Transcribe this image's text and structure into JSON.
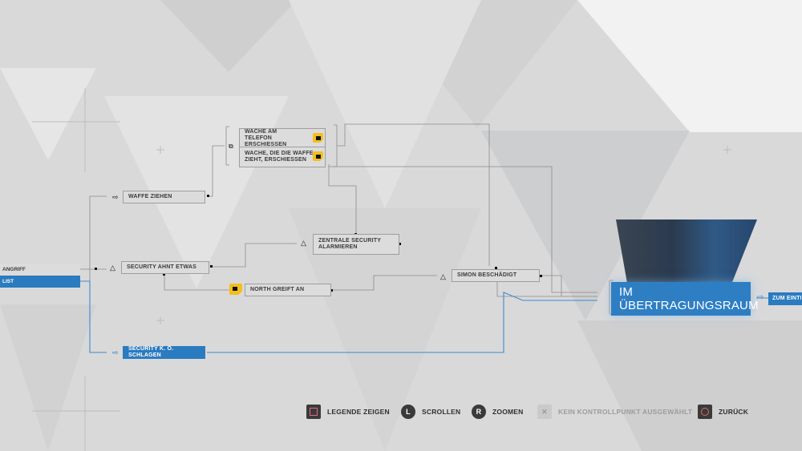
{
  "flowchart": {
    "left_nodes": [
      {
        "label": "ANGRIFF",
        "state": "normal"
      },
      {
        "label": "LIST",
        "state": "selected"
      }
    ],
    "nodes": [
      {
        "id": "waffe",
        "label": "WAFFE ZIEHEN",
        "icon": "arrow-icon",
        "state": "normal"
      },
      {
        "id": "telefon",
        "label": "WACHE AM TELEFON ERSCHIESSEN",
        "state": "locked"
      },
      {
        "id": "waffe_zieht",
        "label": "WACHE, DIE DIE WAFFE ZIEHT, ERSCHIESSEN",
        "state": "locked"
      },
      {
        "id": "zentrale",
        "label": "ZENTRALE SECURITY ALARMIEREN",
        "icon": "triangle-icon",
        "state": "normal"
      },
      {
        "id": "ahnt",
        "label": "SECURITY AHNT ETWAS",
        "icon": "triangle-icon",
        "state": "normal"
      },
      {
        "id": "north",
        "label": "NORTH GREIFT AN",
        "state": "locked"
      },
      {
        "id": "simon",
        "label": "SIMON BESCHÄDIGT",
        "icon": "triangle-icon",
        "state": "normal"
      },
      {
        "id": "ko",
        "label": "SECURITY K. O. SCHLAGEN",
        "icon": "arrow-icon",
        "state": "selected"
      }
    ],
    "chapter": {
      "label": "IM ÜBERTRAGUNGSRAUM",
      "state": "current"
    },
    "next_chapter": {
      "label": "ZUM EINTRI",
      "state": "selected"
    }
  },
  "legend": [
    {
      "button": "square",
      "label": "LEGENDE ZEIGEN",
      "enabled": true
    },
    {
      "button": "L",
      "label": "SCROLLEN",
      "enabled": true
    },
    {
      "button": "R",
      "label": "ZOOMEN",
      "enabled": true
    },
    {
      "button": "X",
      "label": "KEIN KONTROLLPUNKT AUSGEWÄHLT",
      "enabled": false
    },
    {
      "button": "circle",
      "label": "ZURÜCK",
      "enabled": true
    }
  ],
  "colors": {
    "accent": "#2a7bc0",
    "lock": "#f2bf1d",
    "background": "#d9d9da"
  }
}
